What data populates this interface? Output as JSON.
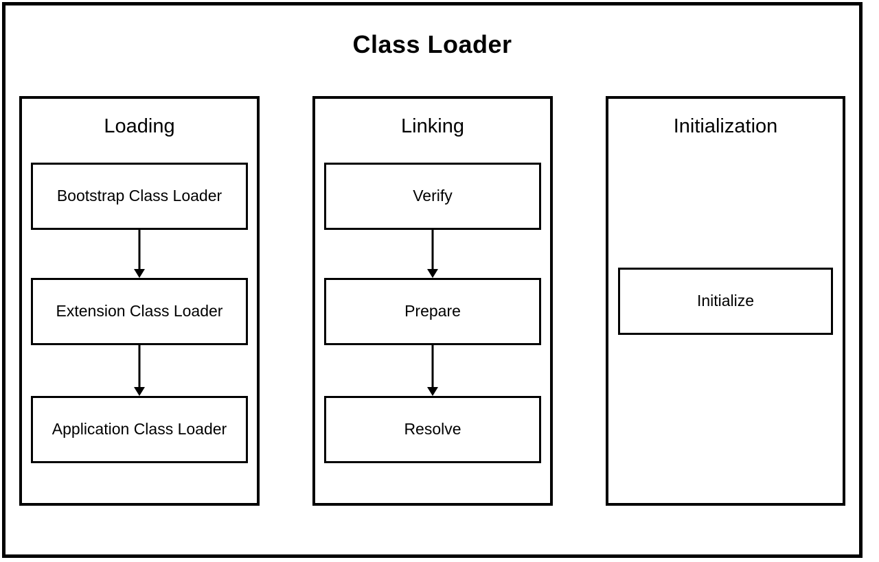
{
  "diagram": {
    "title": "Class Loader",
    "colors": {
      "background": "#ffffff",
      "line": "#000000",
      "text": "#000000"
    },
    "sections": [
      {
        "title": "Loading",
        "boxes": [
          "Bootstrap Class Loader",
          "Extension Class Loader",
          "Application Class Loader"
        ]
      },
      {
        "title": "Linking",
        "boxes": [
          "Verify",
          "Prepare",
          "Resolve"
        ]
      },
      {
        "title": "Initialization",
        "boxes": [
          "Initialize"
        ]
      }
    ]
  }
}
